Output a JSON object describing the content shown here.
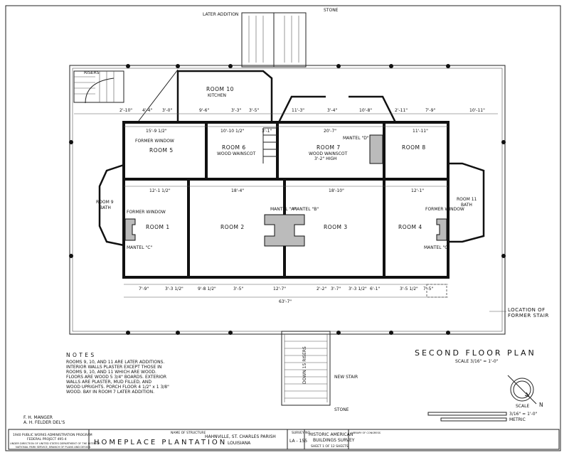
{
  "plan": {
    "title": "SECOND FLOOR PLAN",
    "scale": "SCALE 3/16\" = 1'-0\"",
    "rooms": [
      {
        "name": "ROOM 1"
      },
      {
        "name": "ROOM 2"
      },
      {
        "name": "ROOM 3"
      },
      {
        "name": "ROOM 4"
      },
      {
        "name": "ROOM 5"
      },
      {
        "name": "ROOM 6",
        "note": "WOOD WAINSCOT"
      },
      {
        "name": "ROOM 7",
        "note": "WOOD WAINSCOT",
        "note2": "3'-2\" HIGH"
      },
      {
        "name": "ROOM 8"
      },
      {
        "name": "ROOM 9",
        "note": "BATH"
      },
      {
        "name": "ROOM 10",
        "note": "KITCHEN"
      },
      {
        "name": "ROOM 11",
        "note": "BATH"
      }
    ],
    "labels": {
      "later_addition": "LATER ADDITION",
      "stone_top": "STONE",
      "stone_bottom": "STONE",
      "risers": "RISERS",
      "former_window_5": "FORMER WINDOW",
      "former_window_1": "FORMER WINDOW",
      "former_window_4": "FORMER WINDOW",
      "mantel_a": "MANTEL \"A\"",
      "mantel_b": "MANTEL \"B\"",
      "mantel_c_left": "MANTEL \"C\"",
      "mantel_c_right": "MANTEL \"C\"",
      "mantel_d": "MANTEL \"D\"",
      "location_former_stair": "LOCATION OF FORMER STAIR",
      "new_stair": "NEW STAIR",
      "down_risers": "DOWN 15 RISERS"
    },
    "dimensions": {
      "top_row": [
        "2'-10\"",
        "4'-4\"",
        "3'-0\"",
        "9'-6\"",
        "3'-3\"",
        "3'-5\"",
        "11'-3\"",
        "3'-4\"",
        "10'-8\"",
        "2'-11\"",
        "7'-9\"",
        "10'-11\""
      ],
      "upper_row": [
        "15'-9 1/2\"",
        "10'-10 1/2\"",
        "3'-1\"",
        "20'-7\"",
        "11'-11\""
      ],
      "middle_row": [
        "12'-1 1/2\"",
        "18'-4\"",
        "18'-10\"",
        "12'-1\""
      ],
      "bottom_row": [
        "7'-9\"",
        "3'-3 1/2\"",
        "9'-8 1/2\"",
        "3'-5\"",
        "12'-7\"",
        "2'-2\"",
        "3'-7\"",
        "3'-3 1/2\"",
        "6'-1\"",
        "3'-5 1/2\"",
        "7'-5\""
      ],
      "overall": "63'-7\""
    },
    "notes_title": "N O T E S",
    "notes": [
      "ROOMS 9, 10, AND 11 ARE LATER ADDITIONS.",
      "INTERIOR WALLS PLASTER EXCEPT THOSE IN",
      "ROOMS 9, 10, AND 11 WHICH ARE WOOD.",
      "FLOORS ARE WOOD 5 3/4\" BOARDS. EXTERIOR",
      "WALLS ARE PLASTER, MUD FILLED, AND",
      "WOOD UPRIGHTS. PORCH FLOOR 4 1/2\" x 1 3/8\"",
      "WOOD. BAY IN ROOM 7 LATER ADDITION."
    ],
    "delineators": [
      "F. H. MANGER",
      "A. H. FELDER  DEL'S"
    ],
    "north": "N",
    "scale_bar": {
      "imperial": "3/16\" = 1'-0\"",
      "metric": "METRIC",
      "label": "SCALE"
    }
  },
  "title_block": {
    "program": [
      "1940 PUBLIC WORKS ADMINISTRATION PROGRAM",
      "FEDERAL PROJECT 495-4",
      "UNDER DIRECTION OF UNITED STATES DEPARTMENT OF THE INTERIOR",
      "NATIONAL PARK SERVICE, BRANCH OF PLANS AND DESIGN"
    ],
    "name_label": "NAME OF STRUCTURE",
    "structure": "HOMEPLACE PLANTATION",
    "location": "HAHNVILLE, ST. CHARLES PARISH",
    "state": "LOUISIANA",
    "survey_label": "SURVEY NO.",
    "survey_no": "LA - 155",
    "agency": [
      "HISTORIC AMERICAN",
      "BUILDINGS SURVEY"
    ],
    "sheet": "SHEET 1 OF 12 SHEETS",
    "library": "LIBRARY OF CONGRESS"
  }
}
